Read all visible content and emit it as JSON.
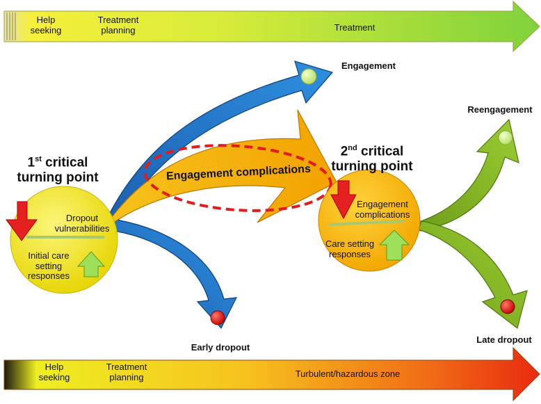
{
  "top_bar": {
    "stage1_line1": "Help",
    "stage1_line2": "seeking",
    "stage2_line1": "Treatment",
    "stage2_line2": "planning",
    "stage3": "Treatment"
  },
  "bottom_bar": {
    "stage1_line1": "Help",
    "stage1_line2": "seeking",
    "stage2_line1": "Treatment",
    "stage2_line2": "planning",
    "stage3": "Turbulent/hazardous zone"
  },
  "turning_point_1": {
    "title_prefix": "1",
    "title_sup": "st",
    "title_suffix": " critical",
    "title_line2": "turning point",
    "down_label_line1": "Dropout",
    "down_label_line2": "vulnerabilities",
    "up_label_line1": "Initial care",
    "up_label_line2": "setting",
    "up_label_line3": "responses"
  },
  "turning_point_2": {
    "title_prefix": "2",
    "title_sup": "nd",
    "title_suffix": " critical",
    "title_line2": "turning point",
    "down_label_line1": "Engagement",
    "down_label_line2": "complications",
    "up_label_line1": "Care setting",
    "up_label_line2": "responses"
  },
  "outcomes": {
    "engagement": "Engagement",
    "early_dropout": "Early dropout",
    "reengagement": "Reengagement",
    "late_dropout": "Late dropout"
  },
  "middle_arrow_label": "Engagement complications",
  "colors": {
    "blue_arrow": "#1f6fc2",
    "orange_arrow": "#f5a800",
    "green_arrow": "#7fb31f",
    "circle_fill": "#f4e400",
    "down_arrow": "#e52020",
    "up_arrow": "#9fe05a",
    "highlight_ellipse": "#e21c1c"
  }
}
